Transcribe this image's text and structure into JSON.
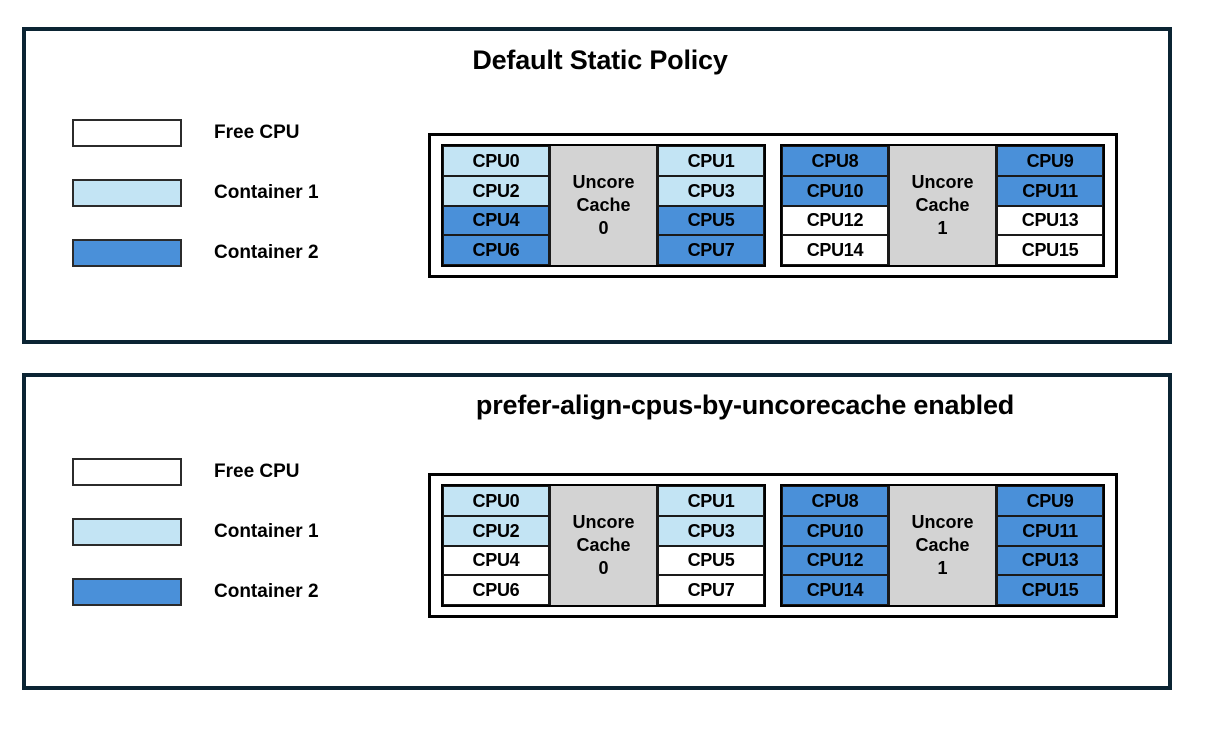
{
  "colors": {
    "free_cpu": "#ffffff",
    "container1": "#c3e4f4",
    "container2": "#4a90d9",
    "cache_block": "#d3d3d3",
    "panel_border": "#0b2433",
    "cell_border": "#1a1a1a",
    "text": "#000000"
  },
  "panels": [
    {
      "id": "default-static-policy",
      "title": "Default Static Policy",
      "legend": {
        "items": [
          {
            "label": "Free CPU",
            "fill": "#ffffff"
          },
          {
            "label": "Container 1",
            "fill": "#c3e4f4"
          },
          {
            "label": "Container 2",
            "fill": "#4a90d9"
          }
        ]
      },
      "diagram": {
        "groups": [
          {
            "cache_label_line1": "Uncore",
            "cache_label_line2": "Cache",
            "cache_index": "0",
            "left_column": [
              {
                "label": "CPU0",
                "fill": "#c3e4f4",
                "owner": "Container 1"
              },
              {
                "label": "CPU2",
                "fill": "#c3e4f4",
                "owner": "Container 1"
              },
              {
                "label": "CPU4",
                "fill": "#4a90d9",
                "owner": "Container 2"
              },
              {
                "label": "CPU6",
                "fill": "#4a90d9",
                "owner": "Container 2"
              }
            ],
            "right_column": [
              {
                "label": "CPU1",
                "fill": "#c3e4f4",
                "owner": "Container 1"
              },
              {
                "label": "CPU3",
                "fill": "#c3e4f4",
                "owner": "Container 1"
              },
              {
                "label": "CPU5",
                "fill": "#4a90d9",
                "owner": "Container 2"
              },
              {
                "label": "CPU7",
                "fill": "#4a90d9",
                "owner": "Container 2"
              }
            ]
          },
          {
            "cache_label_line1": "Uncore",
            "cache_label_line2": "Cache",
            "cache_index": "1",
            "left_column": [
              {
                "label": "CPU8",
                "fill": "#4a90d9",
                "owner": "Container 2"
              },
              {
                "label": "CPU10",
                "fill": "#4a90d9",
                "owner": "Container 2"
              },
              {
                "label": "CPU12",
                "fill": "#ffffff",
                "owner": "Free CPU"
              },
              {
                "label": "CPU14",
                "fill": "#ffffff",
                "owner": "Free CPU"
              }
            ],
            "right_column": [
              {
                "label": "CPU9",
                "fill": "#4a90d9",
                "owner": "Container 2"
              },
              {
                "label": "CPU11",
                "fill": "#4a90d9",
                "owner": "Container 2"
              },
              {
                "label": "CPU13",
                "fill": "#ffffff",
                "owner": "Free CPU"
              },
              {
                "label": "CPU15",
                "fill": "#ffffff",
                "owner": "Free CPU"
              }
            ]
          }
        ]
      }
    },
    {
      "id": "prefer-align-cpus-by-uncorecache-enabled",
      "title": "prefer-align-cpus-by-uncorecache enabled",
      "legend": {
        "items": [
          {
            "label": "Free CPU",
            "fill": "#ffffff"
          },
          {
            "label": "Container 1",
            "fill": "#c3e4f4"
          },
          {
            "label": "Container 2",
            "fill": "#4a90d9"
          }
        ]
      },
      "diagram": {
        "groups": [
          {
            "cache_label_line1": "Uncore",
            "cache_label_line2": "Cache",
            "cache_index": "0",
            "left_column": [
              {
                "label": "CPU0",
                "fill": "#c3e4f4",
                "owner": "Container 1"
              },
              {
                "label": "CPU2",
                "fill": "#c3e4f4",
                "owner": "Container 1"
              },
              {
                "label": "CPU4",
                "fill": "#ffffff",
                "owner": "Free CPU"
              },
              {
                "label": "CPU6",
                "fill": "#ffffff",
                "owner": "Free CPU"
              }
            ],
            "right_column": [
              {
                "label": "CPU1",
                "fill": "#c3e4f4",
                "owner": "Container 1"
              },
              {
                "label": "CPU3",
                "fill": "#c3e4f4",
                "owner": "Container 1"
              },
              {
                "label": "CPU5",
                "fill": "#ffffff",
                "owner": "Free CPU"
              },
              {
                "label": "CPU7",
                "fill": "#ffffff",
                "owner": "Free CPU"
              }
            ]
          },
          {
            "cache_label_line1": "Uncore",
            "cache_label_line2": "Cache",
            "cache_index": "1",
            "left_column": [
              {
                "label": "CPU8",
                "fill": "#4a90d9",
                "owner": "Container 2"
              },
              {
                "label": "CPU10",
                "fill": "#4a90d9",
                "owner": "Container 2"
              },
              {
                "label": "CPU12",
                "fill": "#4a90d9",
                "owner": "Container 2"
              },
              {
                "label": "CPU14",
                "fill": "#4a90d9",
                "owner": "Container 2"
              }
            ],
            "right_column": [
              {
                "label": "CPU9",
                "fill": "#4a90d9",
                "owner": "Container 2"
              },
              {
                "label": "CPU11",
                "fill": "#4a90d9",
                "owner": "Container 2"
              },
              {
                "label": "CPU13",
                "fill": "#4a90d9",
                "owner": "Container 2"
              },
              {
                "label": "CPU15",
                "fill": "#4a90d9",
                "owner": "Container 2"
              }
            ]
          }
        ]
      }
    }
  ]
}
